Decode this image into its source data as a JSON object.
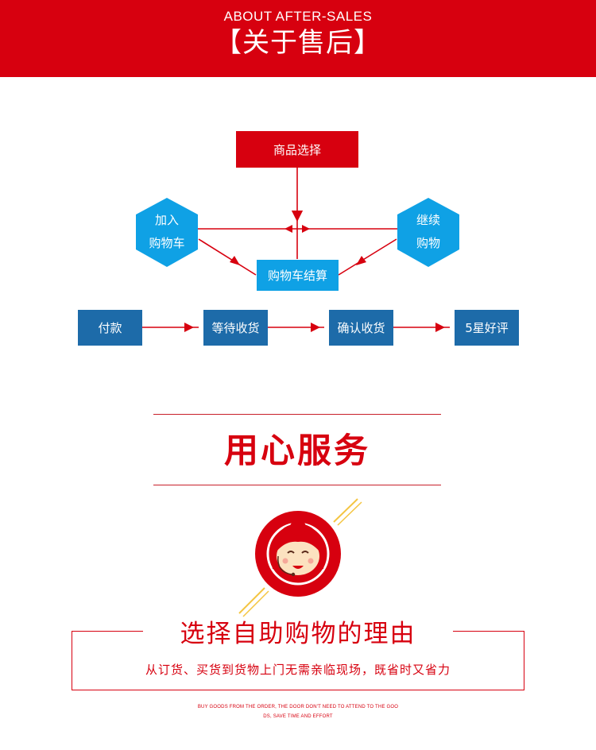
{
  "header": {
    "subtitle_en": "ABOUT AFTER-SALES",
    "title": "【关于售后】"
  },
  "flow": {
    "start": "商品选择",
    "left_hex": [
      "加入",
      "购物车"
    ],
    "right_hex": [
      "继续",
      "购物"
    ],
    "checkout": "购物车结算",
    "steps": [
      "付款",
      "等待收货",
      "确认收货",
      "5星好评"
    ]
  },
  "service": {
    "slogan": "用心服务"
  },
  "reason": {
    "title": "选择自助购物的理由",
    "subtitle": "从订货、买货到货物上门无需亲临现场，既省时又省力"
  },
  "footer": {
    "line1": "BUY GOODS FROM THE ORDER, THE DOOR DON'T NEED TO ATTEND TO THE GOO",
    "line2": "DS, SAVE TIME AND EFFORT"
  },
  "colors": {
    "brand_red": "#d7000f",
    "navy": "#1d6ba9",
    "cyan": "#0fa1e5",
    "gold": "#f4c542",
    "skin": "#fce2c0"
  },
  "icons": {
    "avatar": "customer-service-agent-icon"
  }
}
